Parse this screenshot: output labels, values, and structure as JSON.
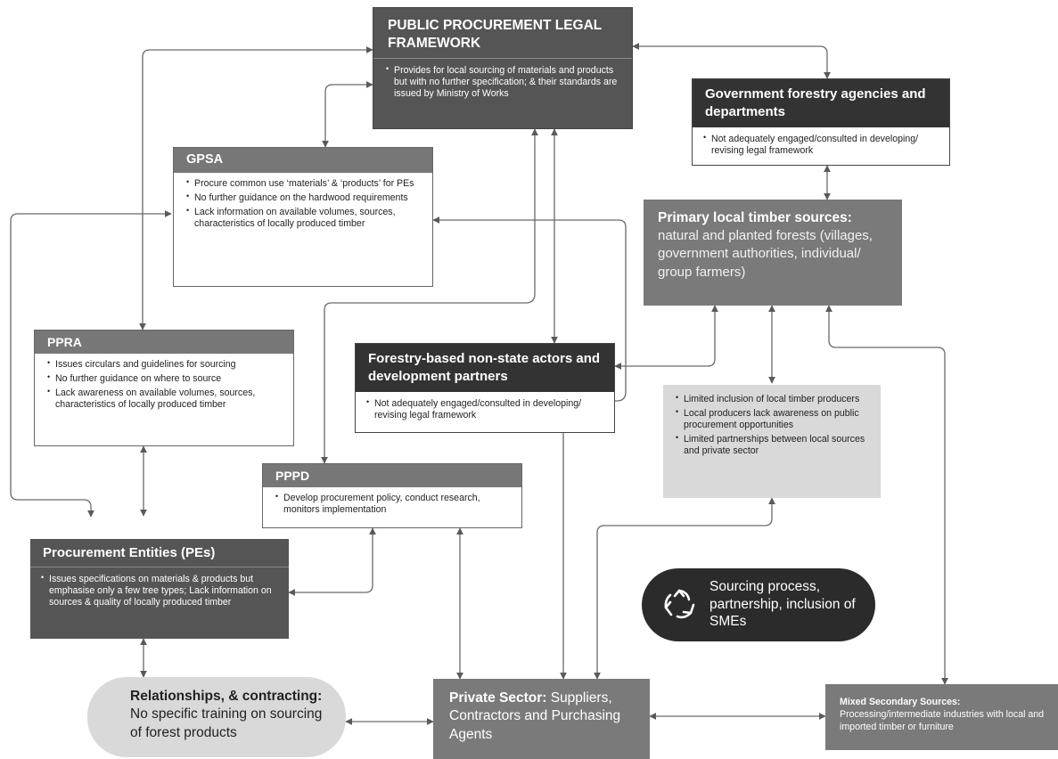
{
  "legal_framework": {
    "title": "PUBLIC PROCUREMENT LEGAL FRAMEWORK",
    "points": [
      "Provides for local sourcing of materials and products but with no further specification; & their standards are issued by Ministry of Works"
    ]
  },
  "gov_forestry": {
    "title": "Government forestry agencies and departments",
    "points": [
      "Not adequately engaged/consulted in developing/ revising legal framework"
    ]
  },
  "gpsa": {
    "title": "GPSA",
    "points": [
      "Procure common use ‘materials’ & ‘products’ for PEs",
      "No further guidance on the hardwood requirements",
      "Lack information on available volumes, sources, characteristics of locally produced timber"
    ]
  },
  "primary_sources": {
    "title": "Primary local timber sources:",
    "subtitle": "natural and planted forests (villages, government authorities, individual/ group farmers)"
  },
  "ppra": {
    "title": "PPRA",
    "points": [
      "Issues circulars and guidelines for sourcing",
      "No further guidance on where to source",
      "Lack awareness on available volumes, sources, characteristics of locally produced timber"
    ]
  },
  "non_state": {
    "title": "Forestry-based non-state actors and development partners",
    "points": [
      "Not adequately engaged/consulted in developing/ revising legal framework"
    ]
  },
  "limited_inclusion": {
    "points": [
      "Limited inclusion of local timber producers",
      "Local producers lack awareness on public procurement opportunities",
      "Limited partnerships between local sources and private sector"
    ]
  },
  "pppd": {
    "title": "PPPD",
    "points": [
      "Develop procurement policy, conduct research, monitors  implementation"
    ]
  },
  "pes": {
    "title": "Procurement Entities (PEs)",
    "points": [
      "Issues specifications on materials & products but emphasise only a few tree types; Lack information on sources & quality of locally produced timber"
    ]
  },
  "sourcing": {
    "text": "Sourcing process, partnership, inclusion of SMEs",
    "icon": "recycle-icon"
  },
  "relationships": {
    "bold": "Relationships, & contracting:",
    "text": " No specific training on sourcing of forest products"
  },
  "private_sector": {
    "bold": "Private Sector:",
    "text": " Suppliers, Contractors and Purchasing Agents"
  },
  "mixed_secondary": {
    "title": "Mixed Secondary Sources:",
    "text": "Processing/intermediate industries with local and imported timber or furniture"
  },
  "colors": {
    "dark": "#555555",
    "mid": "#7a7a7a",
    "light": "#d9d9d9",
    "black_pill": "#2b2b2b"
  }
}
